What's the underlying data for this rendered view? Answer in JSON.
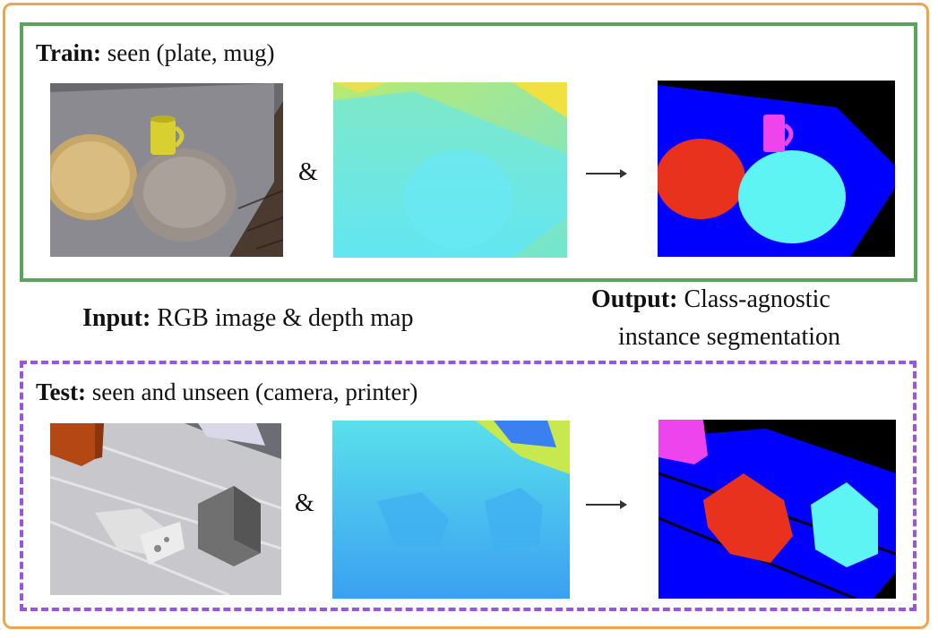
{
  "train": {
    "label": "Train:",
    "text": "seen (plate, mug)"
  },
  "test": {
    "label": "Test:",
    "text": "seen and unseen (camera, printer)"
  },
  "input": {
    "label": "Input:",
    "text": "RGB image & depth map"
  },
  "output": {
    "label": "Output:",
    "text_line1": "Class-agnostic",
    "text_line2": "instance segmentation"
  },
  "ampersand": "&",
  "colors": {
    "outer_border": "#f0a54a",
    "train_border": "#5aa55a",
    "test_border": "#9a55e0",
    "seg_background": "#0000ff",
    "seg_red": "#e8321e",
    "seg_cyan": "#5ef4f4",
    "seg_magenta": "#ee44ee"
  }
}
